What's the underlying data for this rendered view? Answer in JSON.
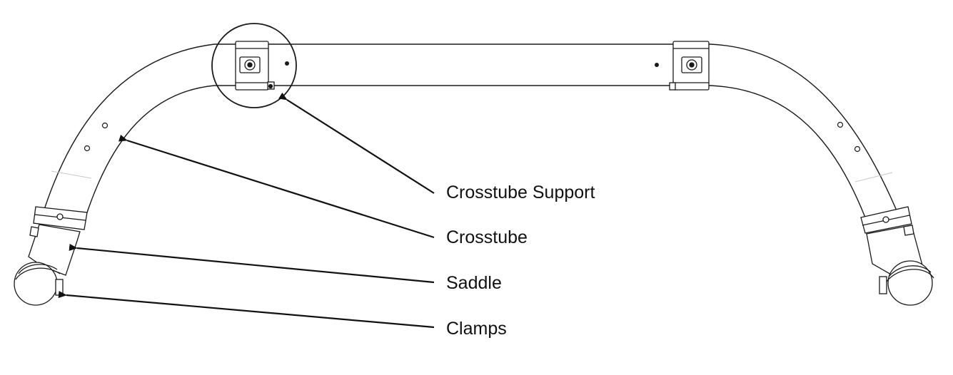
{
  "diagram": {
    "labels": {
      "crosstube_support": "Crosstube Support",
      "crosstube": "Crosstube",
      "saddle": "Saddle",
      "clamps": "Clamps"
    },
    "colors": {
      "line": "#1a1a1a",
      "faint_line": "#c8c8c8",
      "background": "#ffffff"
    }
  }
}
